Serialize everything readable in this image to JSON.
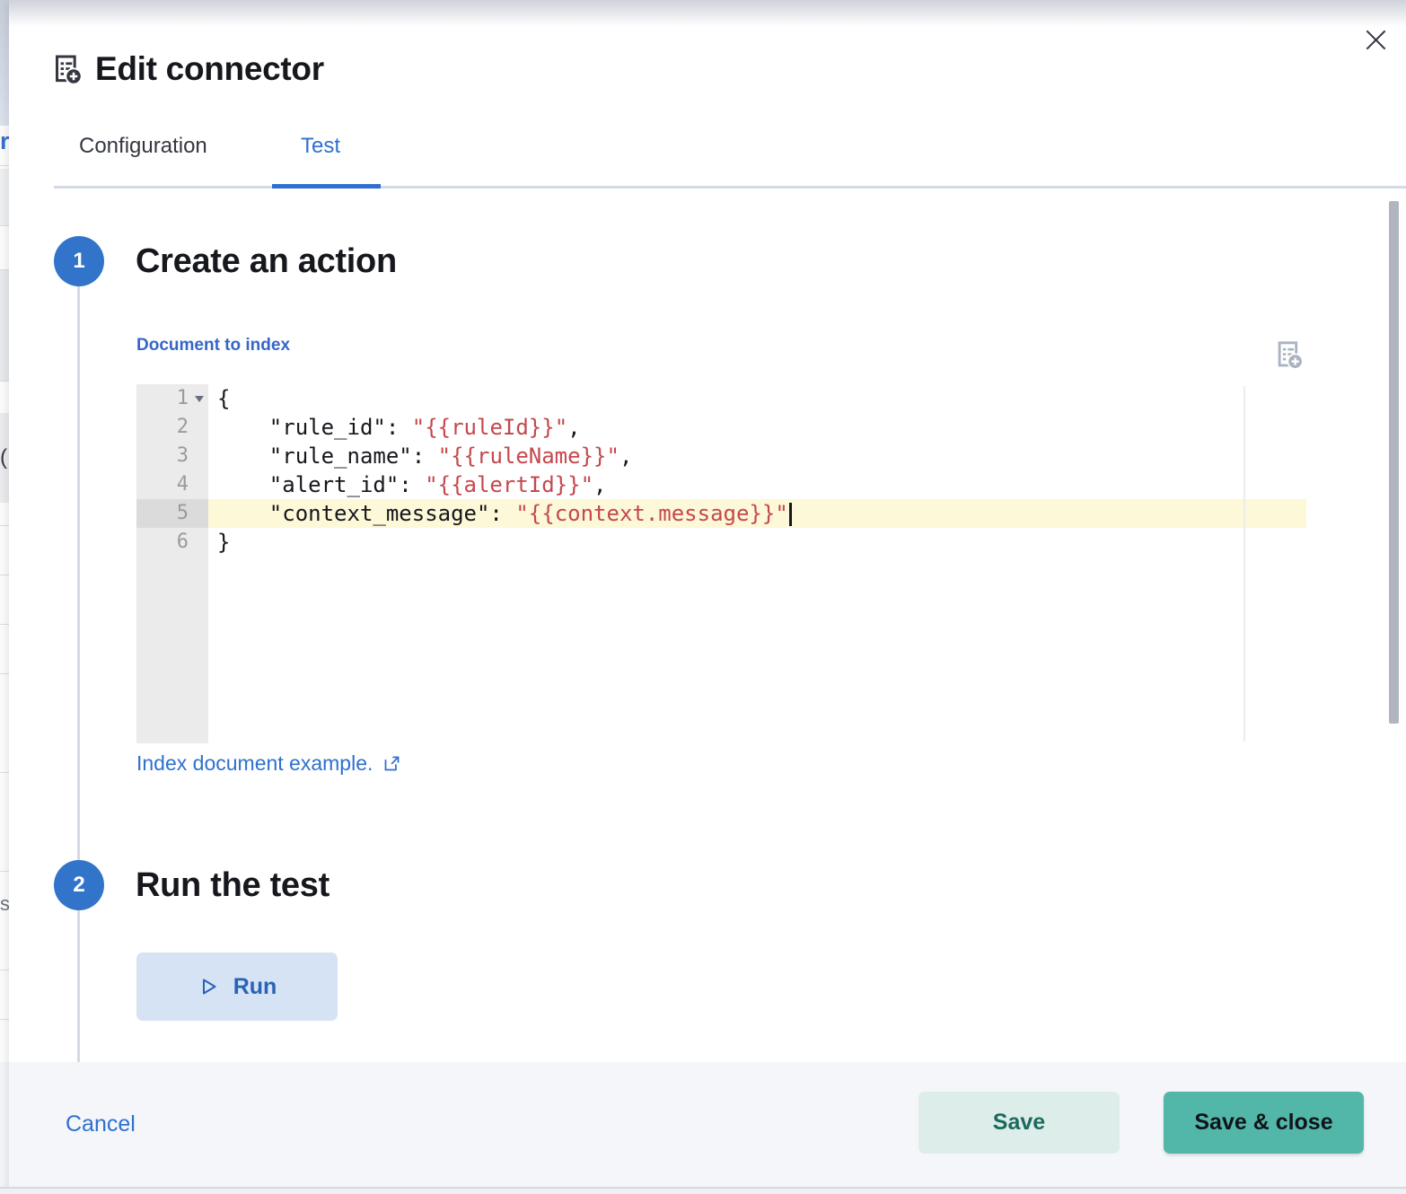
{
  "backdrop": {
    "fragments": [
      {
        "text": "r"
      },
      {
        "text": "("
      },
      {
        "text": "s"
      }
    ]
  },
  "dialog": {
    "title": "Edit connector",
    "title_icon": "index-document-add-icon",
    "close_icon": "close-x-icon",
    "tabs": [
      {
        "label": "Configuration",
        "active": false
      },
      {
        "label": "Test",
        "active": true
      }
    ],
    "steps": [
      {
        "number": "1",
        "title": "Create an action"
      },
      {
        "number": "2",
        "title": "Run the test"
      }
    ],
    "document_label": "Document to index",
    "code": {
      "lines": [
        {
          "num": "1",
          "parts": [
            "{"
          ]
        },
        {
          "num": "2",
          "parts": [
            "    \"rule_id\": ",
            "\"{{ruleId}}\"",
            ","
          ]
        },
        {
          "num": "3",
          "parts": [
            "    \"rule_name\": ",
            "\"{{ruleName}}\"",
            ","
          ]
        },
        {
          "num": "4",
          "parts": [
            "    \"alert_id\": ",
            "\"{{alertId}}\"",
            ","
          ]
        },
        {
          "num": "5",
          "parts": [
            "    \"context_message\": ",
            "\"{{context.message}}\""
          ]
        },
        {
          "num": "6",
          "parts": [
            "}"
          ]
        }
      ],
      "active_line": 5
    },
    "example_link": "Index document example.",
    "run_button": "Run",
    "footer": {
      "cancel": "Cancel",
      "save": "Save",
      "save_and_close": "Save & close"
    }
  },
  "colors": {
    "primary_blue": "#2e70d0",
    "step_circle_blue": "#3174c9",
    "code_string_red": "#c5484c",
    "active_line_yellow": "#fcf8d8",
    "success_fill": "#52b7a9",
    "success_light": "#ddeeea",
    "footer_bg": "#f4f6fa",
    "divider": "#d3dae6"
  }
}
